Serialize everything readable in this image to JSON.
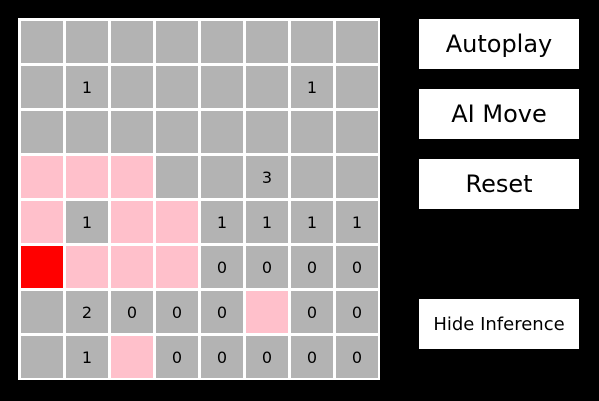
{
  "board": {
    "rows": 8,
    "cols": 8,
    "colors": {
      "unrevealed": "#b3b3b3",
      "revealed": "#b3b3b3",
      "inferred_mine": "#ffc0cb",
      "mine": "#ff0000",
      "grid_line": "#ffffff"
    },
    "cells": [
      [
        "u",
        "u",
        "u",
        "u",
        "u",
        "u",
        "u",
        "u"
      ],
      [
        "u",
        "1",
        "u",
        "u",
        "u",
        "u",
        "1",
        "u"
      ],
      [
        "u",
        "u",
        "u",
        "u",
        "u",
        "u",
        "u",
        "u"
      ],
      [
        "p",
        "p",
        "p",
        "u",
        "u",
        "3",
        "u",
        "u"
      ],
      [
        "p",
        "1",
        "p",
        "p",
        "1",
        "1",
        "1",
        "1"
      ],
      [
        "m",
        "p",
        "p",
        "p",
        "0",
        "0",
        "0",
        "0"
      ],
      [
        "u",
        "2",
        "0",
        "0",
        "0",
        "p",
        "0",
        "0"
      ],
      [
        "u",
        "1",
        "p",
        "0",
        "0",
        "0",
        "0",
        "0"
      ]
    ]
  },
  "buttons": {
    "autoplay": "Autoplay",
    "ai_move": "AI Move",
    "reset": "Reset",
    "hide_inference": "Hide Inference"
  }
}
